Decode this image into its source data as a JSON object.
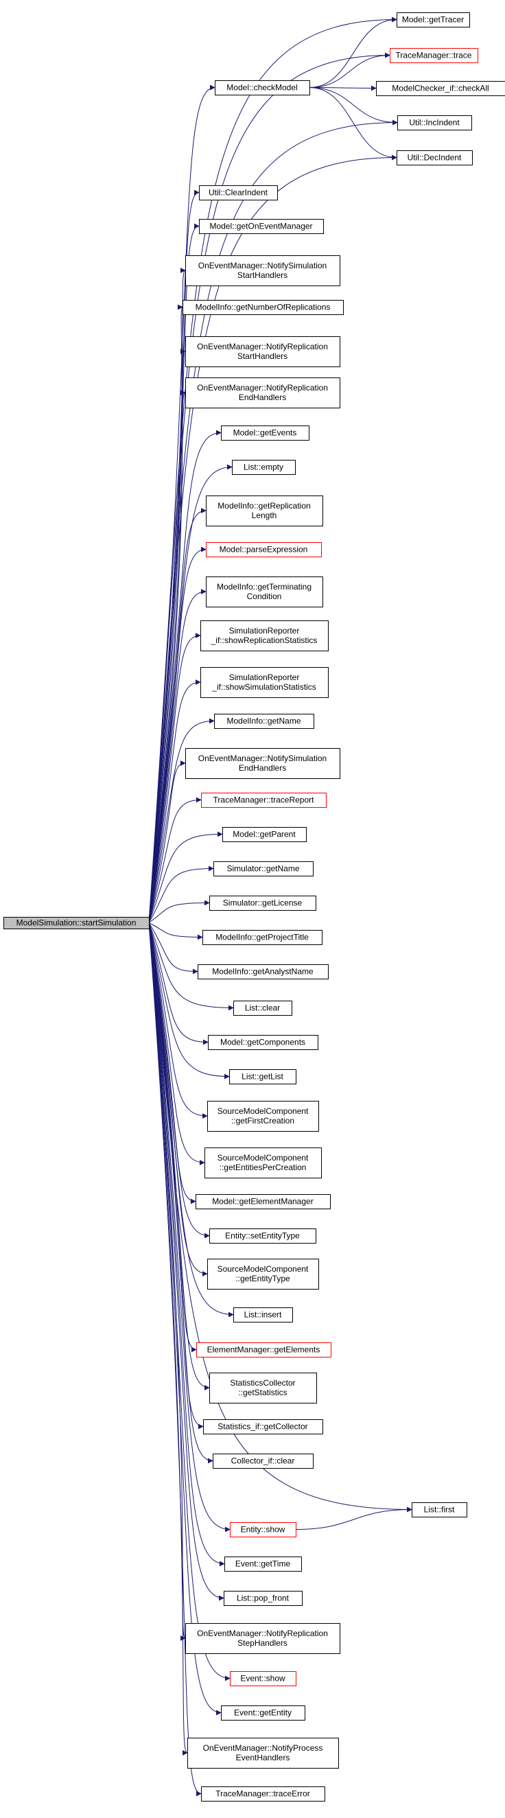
{
  "root": {
    "id": "start",
    "label": [
      "ModelSimulation::startSimulation"
    ]
  },
  "nodes": [
    {
      "id": "getTracer",
      "label": [
        "Model::getTracer"
      ],
      "red": false
    },
    {
      "id": "trace",
      "label": [
        "TraceManager::trace"
      ],
      "red": true
    },
    {
      "id": "checkModel",
      "label": [
        "Model::checkModel"
      ],
      "red": false
    },
    {
      "id": "checkAll",
      "label": [
        "ModelChecker_if::checkAll"
      ],
      "red": false
    },
    {
      "id": "incIndent",
      "label": [
        "Util::IncIndent"
      ],
      "red": false
    },
    {
      "id": "decIndent",
      "label": [
        "Util::DecIndent"
      ],
      "red": false
    },
    {
      "id": "clearIndent",
      "label": [
        "Util::ClearIndent"
      ],
      "red": false
    },
    {
      "id": "getOnEventManager",
      "label": [
        "Model::getOnEventManager"
      ],
      "red": false
    },
    {
      "id": "notifySimStart",
      "label": [
        "OnEventManager::NotifySimulation",
        "StartHandlers"
      ],
      "red": false
    },
    {
      "id": "getNumReps",
      "label": [
        "ModelInfo::getNumberOfReplications"
      ],
      "red": false
    },
    {
      "id": "notifyRepStart",
      "label": [
        "OnEventManager::NotifyReplication",
        "StartHandlers"
      ],
      "red": false
    },
    {
      "id": "notifyRepEnd",
      "label": [
        "OnEventManager::NotifyReplication",
        "EndHandlers"
      ],
      "red": false
    },
    {
      "id": "getEvents",
      "label": [
        "Model::getEvents"
      ],
      "red": false
    },
    {
      "id": "listEmpty",
      "label": [
        "List::empty"
      ],
      "red": false
    },
    {
      "id": "getRepLength",
      "label": [
        "ModelInfo::getReplication",
        "Length"
      ],
      "red": false
    },
    {
      "id": "parseExpr",
      "label": [
        "Model::parseExpression"
      ],
      "red": true
    },
    {
      "id": "getTermCond",
      "label": [
        "ModelInfo::getTerminating",
        "Condition"
      ],
      "red": false
    },
    {
      "id": "showRepStats",
      "label": [
        "SimulationReporter",
        "_if::showReplicationStatistics"
      ],
      "red": false
    },
    {
      "id": "showSimStats",
      "label": [
        "SimulationReporter",
        "_if::showSimulationStatistics"
      ],
      "red": false
    },
    {
      "id": "infoGetName",
      "label": [
        "ModelInfo::getName"
      ],
      "red": false
    },
    {
      "id": "notifySimEnd",
      "label": [
        "OnEventManager::NotifySimulation",
        "EndHandlers"
      ],
      "red": false
    },
    {
      "id": "traceReport",
      "label": [
        "TraceManager::traceReport"
      ],
      "red": true
    },
    {
      "id": "getParent",
      "label": [
        "Model::getParent"
      ],
      "red": false
    },
    {
      "id": "simGetName",
      "label": [
        "Simulator::getName"
      ],
      "red": false
    },
    {
      "id": "getLicense",
      "label": [
        "Simulator::getLicense"
      ],
      "red": false
    },
    {
      "id": "getProjTitle",
      "label": [
        "ModelInfo::getProjectTitle"
      ],
      "red": false
    },
    {
      "id": "getAnalyst",
      "label": [
        "ModelInfo::getAnalystName"
      ],
      "red": false
    },
    {
      "id": "listClear",
      "label": [
        "List::clear"
      ],
      "red": false
    },
    {
      "id": "getComponents",
      "label": [
        "Model::getComponents"
      ],
      "red": false
    },
    {
      "id": "getList",
      "label": [
        "List::getList"
      ],
      "red": false
    },
    {
      "id": "getFirstCreation",
      "label": [
        "SourceModelComponent",
        "::getFirstCreation"
      ],
      "red": false
    },
    {
      "id": "getEntPerCreation",
      "label": [
        "SourceModelComponent",
        "::getEntitiesPerCreation"
      ],
      "red": false
    },
    {
      "id": "getElementMgr",
      "label": [
        "Model::getElementManager"
      ],
      "red": false
    },
    {
      "id": "setEntityType",
      "label": [
        "Entity::setEntityType"
      ],
      "red": false
    },
    {
      "id": "getEntityType",
      "label": [
        "SourceModelComponent",
        "::getEntityType"
      ],
      "red": false
    },
    {
      "id": "listInsert",
      "label": [
        "List::insert"
      ],
      "red": false
    },
    {
      "id": "getElements",
      "label": [
        "ElementManager::getElements"
      ],
      "red": true
    },
    {
      "id": "getStatistics",
      "label": [
        "StatisticsCollector",
        "::getStatistics"
      ],
      "red": false
    },
    {
      "id": "getCollector",
      "label": [
        "Statistics_if::getCollector"
      ],
      "red": false
    },
    {
      "id": "collectorClear",
      "label": [
        "Collector_if::clear"
      ],
      "red": false
    },
    {
      "id": "listFirst",
      "label": [
        "List::first"
      ],
      "red": false
    },
    {
      "id": "entityShow",
      "label": [
        "Entity::show"
      ],
      "red": true
    },
    {
      "id": "eventGetTime",
      "label": [
        "Event::getTime"
      ],
      "red": false
    },
    {
      "id": "popFront",
      "label": [
        "List::pop_front"
      ],
      "red": false
    },
    {
      "id": "notifyRepStep",
      "label": [
        "OnEventManager::NotifyReplication",
        "StepHandlers"
      ],
      "red": false
    },
    {
      "id": "eventShow",
      "label": [
        "Event::show"
      ],
      "red": true
    },
    {
      "id": "getEntity",
      "label": [
        "Event::getEntity"
      ],
      "red": false
    },
    {
      "id": "notifyProcess",
      "label": [
        "OnEventManager::NotifyProcess",
        "EventHandlers"
      ],
      "red": false
    },
    {
      "id": "traceError",
      "label": [
        "TraceManager::traceError"
      ],
      "red": false
    }
  ],
  "edges": [
    [
      "start",
      "getTracer"
    ],
    [
      "start",
      "trace"
    ],
    [
      "start",
      "checkModel"
    ],
    [
      "start",
      "incIndent"
    ],
    [
      "start",
      "decIndent"
    ],
    [
      "start",
      "clearIndent"
    ],
    [
      "start",
      "getOnEventManager"
    ],
    [
      "start",
      "notifySimStart"
    ],
    [
      "start",
      "getNumReps"
    ],
    [
      "start",
      "notifyRepStart"
    ],
    [
      "start",
      "notifyRepEnd"
    ],
    [
      "start",
      "getEvents"
    ],
    [
      "start",
      "listEmpty"
    ],
    [
      "start",
      "getRepLength"
    ],
    [
      "start",
      "parseExpr"
    ],
    [
      "start",
      "getTermCond"
    ],
    [
      "start",
      "showRepStats"
    ],
    [
      "start",
      "showSimStats"
    ],
    [
      "start",
      "infoGetName"
    ],
    [
      "start",
      "notifySimEnd"
    ],
    [
      "start",
      "traceReport"
    ],
    [
      "start",
      "getParent"
    ],
    [
      "start",
      "simGetName"
    ],
    [
      "start",
      "getLicense"
    ],
    [
      "start",
      "getProjTitle"
    ],
    [
      "start",
      "getAnalyst"
    ],
    [
      "start",
      "listClear"
    ],
    [
      "start",
      "getComponents"
    ],
    [
      "start",
      "getList"
    ],
    [
      "start",
      "getFirstCreation"
    ],
    [
      "start",
      "getEntPerCreation"
    ],
    [
      "start",
      "getElementMgr"
    ],
    [
      "start",
      "setEntityType"
    ],
    [
      "start",
      "getEntityType"
    ],
    [
      "start",
      "listInsert"
    ],
    [
      "start",
      "getElements"
    ],
    [
      "start",
      "getStatistics"
    ],
    [
      "start",
      "getCollector"
    ],
    [
      "start",
      "collectorClear"
    ],
    [
      "start",
      "listFirst"
    ],
    [
      "start",
      "entityShow"
    ],
    [
      "start",
      "eventGetTime"
    ],
    [
      "start",
      "popFront"
    ],
    [
      "start",
      "notifyRepStep"
    ],
    [
      "start",
      "eventShow"
    ],
    [
      "start",
      "getEntity"
    ],
    [
      "start",
      "notifyProcess"
    ],
    [
      "start",
      "traceError"
    ],
    [
      "checkModel",
      "getTracer"
    ],
    [
      "checkModel",
      "trace"
    ],
    [
      "checkModel",
      "checkAll"
    ],
    [
      "checkModel",
      "incIndent"
    ],
    [
      "checkModel",
      "decIndent"
    ],
    [
      "entityShow",
      "listFirst"
    ]
  ]
}
